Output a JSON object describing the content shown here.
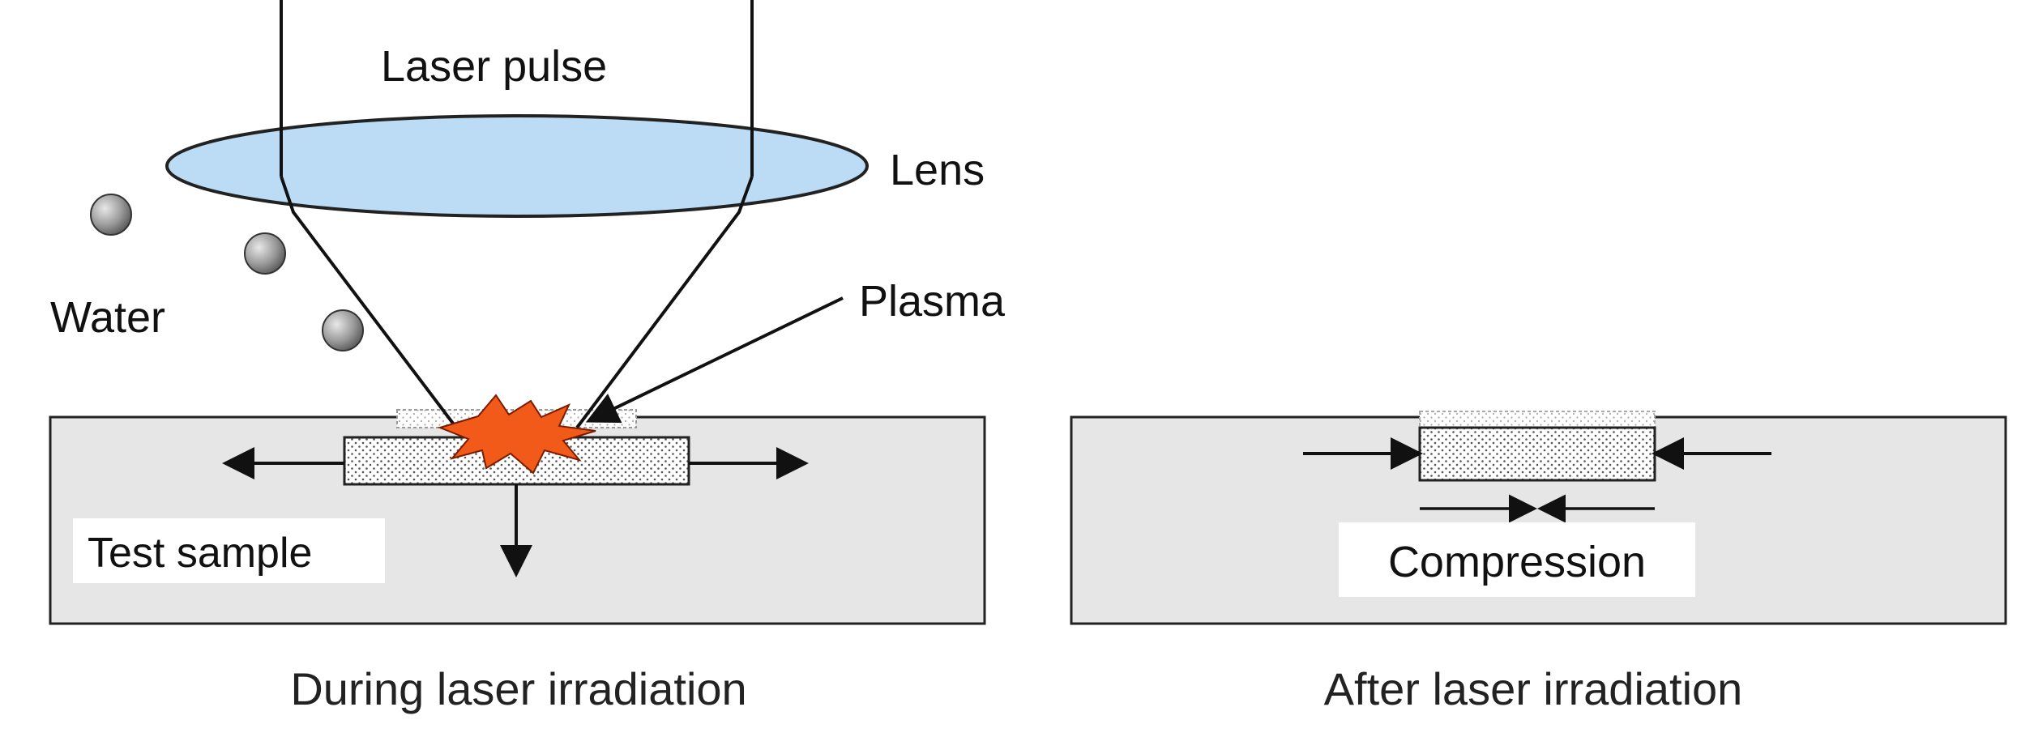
{
  "labels": {
    "laser_pulse": "Laser pulse",
    "lens": "Lens",
    "water": "Water",
    "plasma": "Plasma",
    "test_sample": "Test sample",
    "compression": "Compression"
  },
  "captions": {
    "during": "During laser irradiation",
    "after": "After laser irradiation"
  },
  "colors": {
    "lens_fill": "#bcdcf5",
    "sample_fill": "#e6e6e6",
    "plasma_fill": "#f25a1a",
    "droplet_fill": "#9a9a9a",
    "outline": "#222222"
  }
}
